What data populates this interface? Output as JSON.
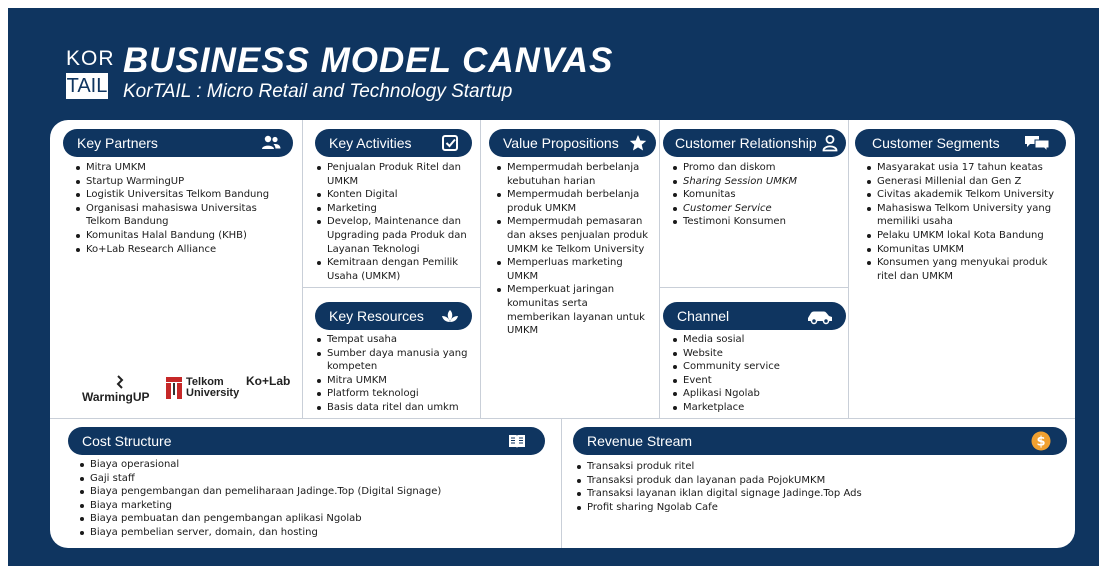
{
  "header": {
    "logo_top": "KOR",
    "logo_bottom": "TAIL",
    "title": "BUSINESS MODEL CANVAS",
    "subtitle": "KorTAIL : Micro Retail and Technology Startup"
  },
  "key_partners": {
    "title": "Key Partners",
    "icon": "people-icon",
    "items": [
      "Mitra UMKM",
      "Startup WarmingUP",
      "Logistik Universitas Telkom Bandung",
      "Organisasi mahasiswa Universitas Telkom Bandung",
      "Komunitas Halal Bandung (KHB)",
      "Ko+Lab Research Alliance"
    ],
    "partner_logos": [
      "WarmingUP",
      "Telkom University",
      "Ko+Lab"
    ]
  },
  "key_activities": {
    "title": "Key Activities",
    "icon": "checkbox-icon",
    "items": [
      "Penjualan Produk Ritel dan UMKM",
      "Konten Digital",
      "Marketing",
      "Develop, Maintenance dan Upgrading pada Produk dan Layanan Teknologi",
      "Kemitraan dengan Pemilik Usaha (UMKM)"
    ]
  },
  "key_resources": {
    "title": "Key Resources",
    "icon": "leaf-icon",
    "items": [
      "Tempat usaha",
      "Sumber daya manusia yang kompeten",
      "Mitra UMKM",
      "Platform teknologi",
      "Basis data ritel dan umkm"
    ]
  },
  "value_propositions": {
    "title": "Value Propositions",
    "icon": "star-icon",
    "items": [
      "Mempermudah berbelanja kebutuhan harian",
      "Mempermudah berbelanja produk UMKM",
      "Mempermudah pemasaran dan akses penjualan produk UMKM ke Telkom University",
      "Memperluas marketing UMKM",
      "Memperkuat jaringan komunitas serta memberikan layanan untuk UMKM"
    ]
  },
  "customer_relationship": {
    "title": "Customer Relationship",
    "icon": "user-icon",
    "items": [
      "Promo dan diskom",
      "Sharing Session UMKM",
      "Komunitas",
      "Customer Service",
      "Testimoni Konsumen"
    ]
  },
  "channel": {
    "title": "Channel",
    "icon": "car-icon",
    "items": [
      "Media sosial",
      "Website",
      "Community service",
      "Event",
      "Aplikasi Ngolab",
      "Marketplace"
    ]
  },
  "customer_segments": {
    "title": "Customer Segments",
    "icon": "chat-bubbles-icon",
    "items": [
      "Masyarakat usia 17 tahun keatas",
      "Generasi Millenial dan Gen Z",
      "Civitas akademik Telkom University",
      "Mahasiswa Telkom University yang memiliki usaha",
      "Pelaku UMKM lokal Kota Bandung",
      "Komunitas UMKM",
      "Konsumen yang menyukai produk ritel dan UMKM"
    ]
  },
  "cost_structure": {
    "title": "Cost Structure",
    "icon": "book-icon",
    "items": [
      "Biaya operasional",
      "Gaji staff",
      "Biaya pengembangan dan pemeliharaan Jadinge.Top (Digital Signage)",
      "Biaya marketing",
      "Biaya pembuatan dan pengembangan aplikasi Ngolab",
      "Biaya pembelian server, domain, dan hosting"
    ]
  },
  "revenue_stream": {
    "title": "Revenue Stream",
    "icon": "dollar-coin-icon",
    "items": [
      "Transaksi produk ritel",
      "Transaksi produk dan layanan pada PojokUMKM",
      "Transaksi layanan iklan digital signage Jadinge.Top Ads",
      "Profit sharing Ngolab Cafe"
    ]
  },
  "colors": {
    "navy": "#0f3560",
    "board": "#ffffff",
    "coin": "#f0a030"
  }
}
